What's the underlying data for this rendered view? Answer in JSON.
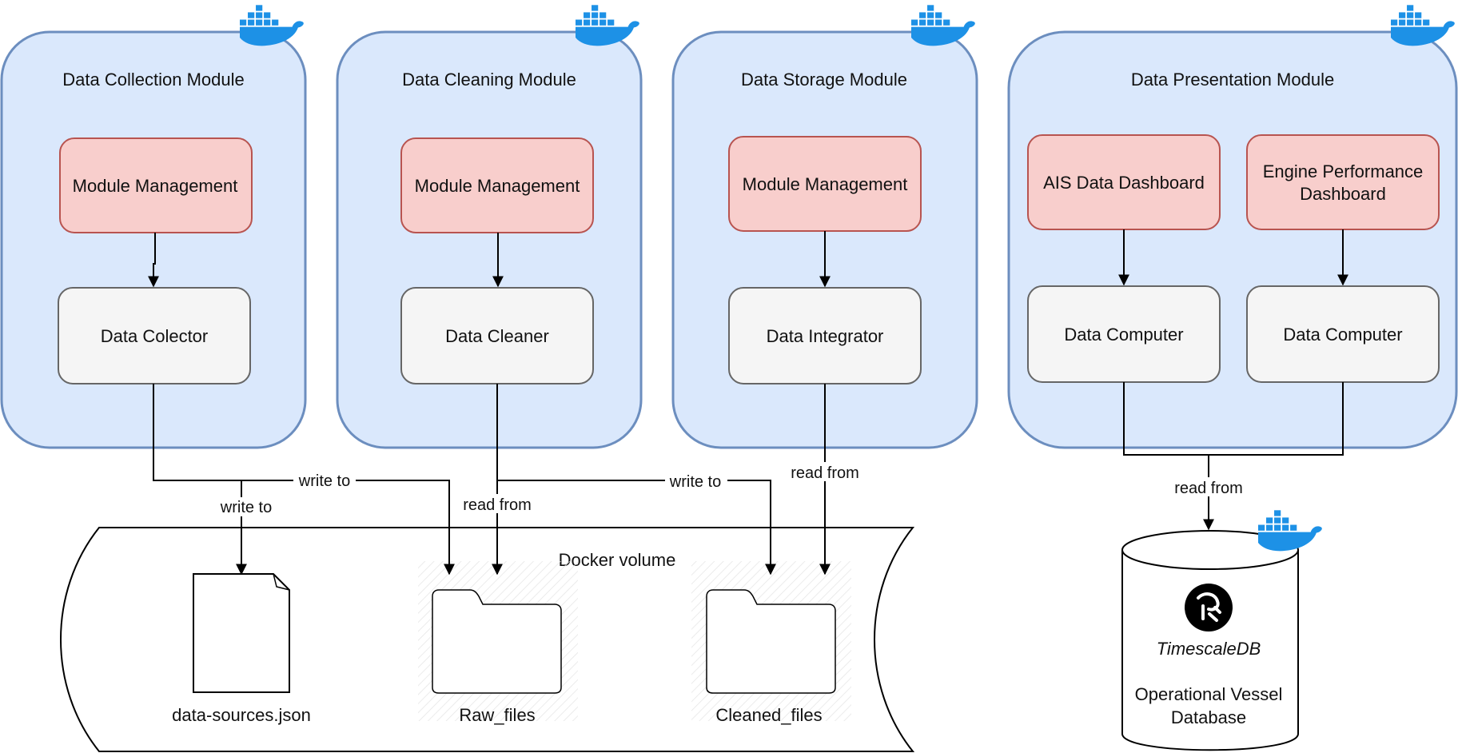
{
  "modules": [
    {
      "title": "Data Collection Module",
      "management": "Module Management",
      "component": "Data Colector"
    },
    {
      "title": "Data Cleaning Module",
      "management": "Module Management",
      "component": "Data Cleaner"
    },
    {
      "title": "Data Storage Module",
      "management": "Module Management",
      "component": "Data Integrator"
    }
  ],
  "presentation": {
    "title": "Data Presentation Module",
    "dash1": "AIS Data Dashboard",
    "dash2_line1": "Engine Performance",
    "dash2_line2": "Dashboard",
    "computer1": "Data Computer",
    "computer2": "Data Computer"
  },
  "edges": {
    "write_to_1": "write to",
    "write_to_2": "write to",
    "write_to_3": "write to",
    "read_from_1": "read from",
    "read_from_2": "read from",
    "read_from_3": "read from"
  },
  "volume": {
    "title": "Docker volume",
    "file": "data-sources.json",
    "folder1": "Raw_files",
    "folder2": "Cleaned_files"
  },
  "database": {
    "brand": "TimescaleDB",
    "line1": "Operational Vessel",
    "line2": "Database"
  },
  "colors": {
    "module_fill": "#dae8fc",
    "module_stroke": "#6c8ebf",
    "management_fill": "#f8cecc",
    "management_stroke": "#b85450",
    "component_fill": "#f5f5f5",
    "docker_blue": "#1d91e6"
  },
  "icons": [
    "docker-whale-icon",
    "file-icon",
    "folder-icon",
    "timescaledb-logo-icon"
  ]
}
